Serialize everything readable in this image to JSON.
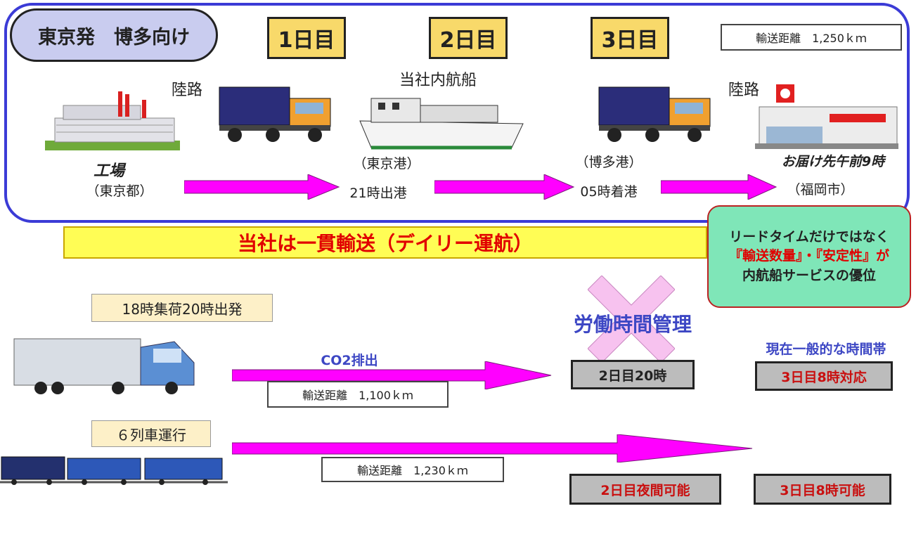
{
  "route": {
    "title": "東京発　博多向け",
    "days": [
      "1日目",
      "2日目",
      "3日目"
    ],
    "distance": "輸送距離　1,250ｋｍ",
    "land_label_1": "陸路",
    "land_label_2": "陸路",
    "ship_label": "当社内航船",
    "factory_label": "工場",
    "factory_location": "（東京都）",
    "tokyo_port": "（東京港）",
    "departure": "21時出港",
    "hakata_port": "（博多港）",
    "arrival": "05時着港",
    "delivery": "お届け先午前9時",
    "delivery_location": "（福岡市）"
  },
  "banner": "当社は一貫輸送（デイリー運航）",
  "note": {
    "line1": "リードタイムだけではなく",
    "line2": "『輸送数量』・『安定性』が",
    "line3": "内航船サービスの優位"
  },
  "truck_route": {
    "tag": "18時集荷20時出発",
    "co2": "CO2排出",
    "distance": "輸送距離　1,100ｋｍ",
    "labor": "労働時間管理",
    "arrival": "2日目20時"
  },
  "general_time": {
    "heading": "現在一般的な時間帯",
    "value": "3日目8時対応"
  },
  "rail_route": {
    "tag": "６列車運行",
    "distance": "輸送距離　1,230ｋｍ",
    "result_1": "2日目夜間可能",
    "result_2": "3日目8時可能"
  },
  "colors": {
    "panel_border": "#3b3bd6",
    "arrow": "#ff00ff",
    "day_box": "#f8d96a",
    "banner": "#fffd55",
    "note_bg": "#7fe6b8",
    "cross": "#f7c2ef"
  }
}
